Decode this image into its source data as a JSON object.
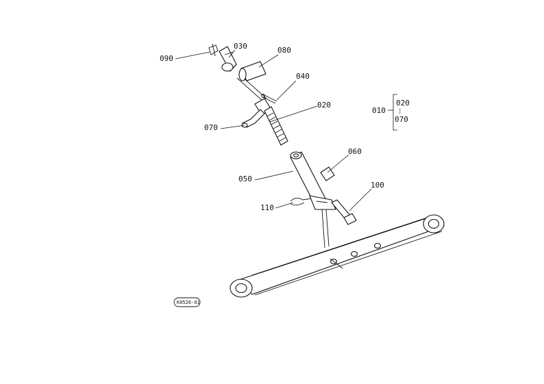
{
  "diagram": {
    "callouts": [
      {
        "id": "label-090",
        "text": "090"
      },
      {
        "id": "label-030",
        "text": "030"
      },
      {
        "id": "label-080",
        "text": "080"
      },
      {
        "id": "label-040",
        "text": "040"
      },
      {
        "id": "label-020",
        "text": "020"
      },
      {
        "id": "label-070",
        "text": "070"
      },
      {
        "id": "label-060",
        "text": "060"
      },
      {
        "id": "label-050",
        "text": "050"
      },
      {
        "id": "label-100",
        "text": "100"
      },
      {
        "id": "label-110",
        "text": "110"
      }
    ],
    "group": {
      "main": "010",
      "from": "020",
      "sep": "⁝",
      "to": "070"
    },
    "reference": "K0526-01"
  }
}
